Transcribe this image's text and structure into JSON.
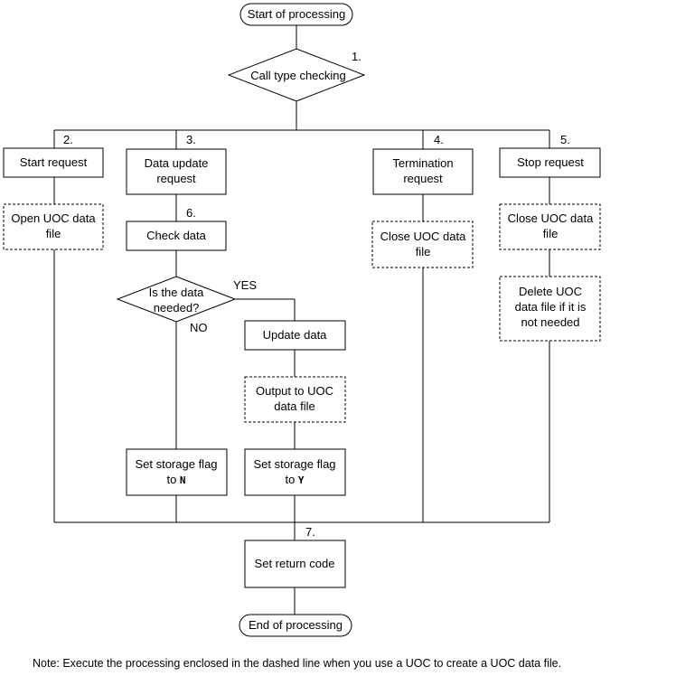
{
  "nodes": {
    "start": "Start of processing",
    "call_type_checking": "Call type checking",
    "start_request": "Start request",
    "open_uoc_file_1": "Open UOC data",
    "open_uoc_file_2": "file",
    "data_update_request_1": "Data update",
    "data_update_request_2": "request",
    "check_data": "Check data",
    "is_data_needed_1": "Is the data",
    "is_data_needed_2": "needed?",
    "update_data": "Update data",
    "output_uoc_file_1": "Output to UOC",
    "output_uoc_file_2": "data file",
    "set_flag_n_1": "Set storage flag",
    "set_flag_n_2_prefix": "to ",
    "set_flag_n_2_value": "N",
    "set_flag_y_1": "Set storage flag",
    "set_flag_y_2_prefix": "to ",
    "set_flag_y_2_value": "Y",
    "termination_request_1": "Termination",
    "termination_request_2": "request",
    "close_uoc_file_term_1": "Close UOC data",
    "close_uoc_file_term_2": "file",
    "stop_request": "Stop request",
    "close_uoc_file_stop_1": "Close UOC data",
    "close_uoc_file_stop_2": "file",
    "delete_uoc_file_1": "Delete UOC",
    "delete_uoc_file_2": "data file if it is",
    "delete_uoc_file_3": "not needed",
    "set_return_code": "Set return code",
    "end": "End of processing"
  },
  "step_numbers": {
    "s1": "1.",
    "s2": "2.",
    "s3": "3.",
    "s4": "4.",
    "s5": "5.",
    "s6": "6.",
    "s7": "7."
  },
  "branch_labels": {
    "yes": "YES",
    "no": "NO"
  },
  "note": "Note: Execute the processing enclosed in the dashed line when you use a UOC to create a UOC data file."
}
